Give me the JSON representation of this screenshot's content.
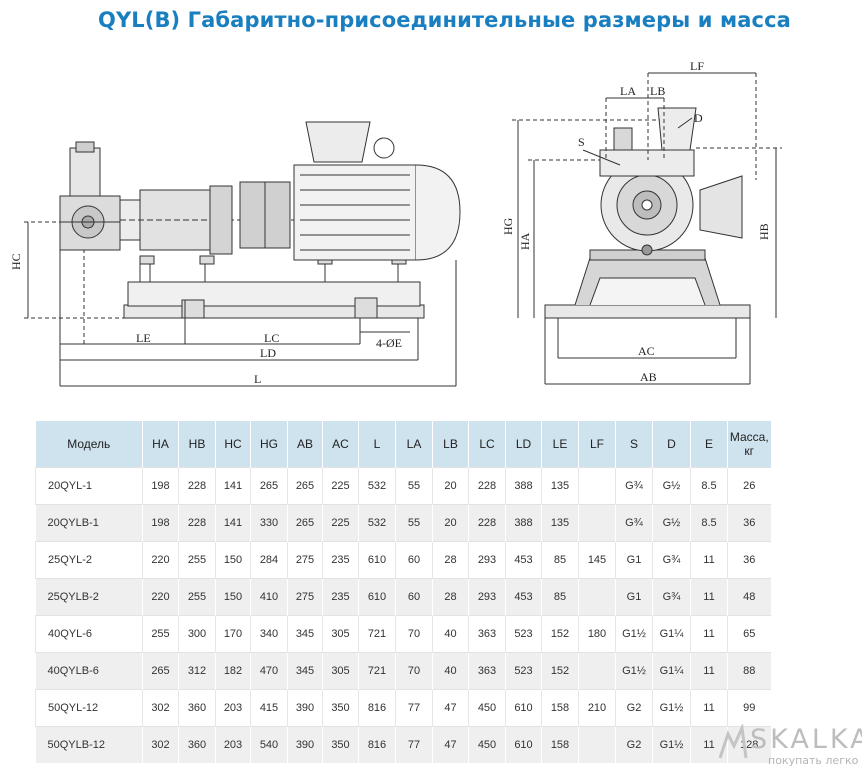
{
  "title": "QYL(B) Габаритно-присоединительные размеры и масса",
  "drawing": {
    "side_labels": {
      "HC": "HC",
      "LE": "LE",
      "LC": "LC",
      "LD": "LD",
      "L": "L",
      "holes": "4-ØE"
    },
    "front_labels": {
      "LF": "LF",
      "LA": "LA",
      "LB": "LB",
      "S": "S",
      "D": "D",
      "HG": "HG",
      "HA": "HA",
      "HB": "HB",
      "AC": "AC",
      "AB": "AB"
    }
  },
  "table": {
    "headers": [
      "Модель",
      "HA",
      "HB",
      "HC",
      "HG",
      "AB",
      "AC",
      "L",
      "LA",
      "LB",
      "LC",
      "LD",
      "LE",
      "LF",
      "S",
      "D",
      "E",
      "Масса, кг"
    ],
    "rows": [
      [
        "20QYL-1",
        "198",
        "228",
        "141",
        "265",
        "265",
        "225",
        "532",
        "55",
        "20",
        "228",
        "388",
        "135",
        "",
        "G¾",
        "G½",
        "8.5",
        "26"
      ],
      [
        "20QYLB-1",
        "198",
        "228",
        "141",
        "330",
        "265",
        "225",
        "532",
        "55",
        "20",
        "228",
        "388",
        "135",
        "",
        "G¾",
        "G½",
        "8.5",
        "36"
      ],
      [
        "25QYL-2",
        "220",
        "255",
        "150",
        "284",
        "275",
        "235",
        "610",
        "60",
        "28",
        "293",
        "453",
        "85",
        "145",
        "G1",
        "G¾",
        "11",
        "36"
      ],
      [
        "25QYLB-2",
        "220",
        "255",
        "150",
        "410",
        "275",
        "235",
        "610",
        "60",
        "28",
        "293",
        "453",
        "85",
        "",
        "G1",
        "G¾",
        "11",
        "48"
      ],
      [
        "40QYL-6",
        "255",
        "300",
        "170",
        "340",
        "345",
        "305",
        "721",
        "70",
        "40",
        "363",
        "523",
        "152",
        "180",
        "G1½",
        "G1¼",
        "11",
        "65"
      ],
      [
        "40QYLB-6",
        "265",
        "312",
        "182",
        "470",
        "345",
        "305",
        "721",
        "70",
        "40",
        "363",
        "523",
        "152",
        "",
        "G1½",
        "G1¼",
        "11",
        "88"
      ],
      [
        "50QYL-12",
        "302",
        "360",
        "203",
        "415",
        "390",
        "350",
        "816",
        "77",
        "47",
        "450",
        "610",
        "158",
        "210",
        "G2",
        "G1½",
        "11",
        "99"
      ],
      [
        "50QYLB-12",
        "302",
        "360",
        "203",
        "540",
        "390",
        "350",
        "816",
        "77",
        "47",
        "450",
        "610",
        "158",
        "",
        "G2",
        "G1½",
        "11",
        "128"
      ]
    ]
  },
  "watermark": {
    "brand": "SKALKA",
    "tagline": "покупать легко"
  },
  "colors": {
    "title": "#1a7fc0",
    "header_bg": "#cfe3ee",
    "row_alt_bg": "#efefef"
  }
}
